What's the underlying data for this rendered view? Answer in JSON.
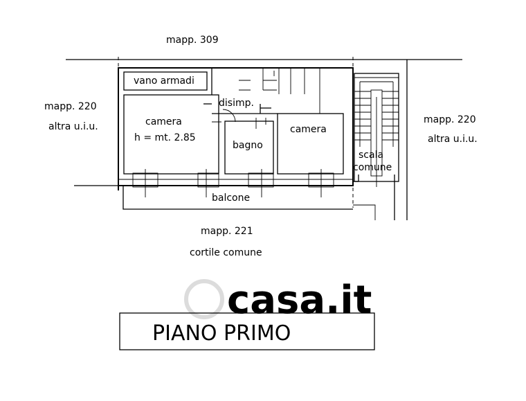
{
  "labels": {
    "mapp_309": "mapp. 309",
    "mapp_220_left": "mapp. 220",
    "altra_uiu_left": "altra u.i.u.",
    "mapp_220_right": "mapp. 220",
    "altra_uiu_right": "altra u.i.u.",
    "vano_armadi": "vano armadi",
    "disimp": "disimp.",
    "camera_left": "camera",
    "height": "h = mt. 2.85",
    "bagno": "bagno",
    "camera_right": "camera",
    "scala": "scala",
    "comune": "comune",
    "balcone": "balcone",
    "mapp_221": "mapp. 221",
    "cortile_comune": "cortile comune"
  },
  "title": "PIANO PRIMO",
  "watermark": "casa.it",
  "colors": {
    "ink": "#000000",
    "watermark": "#d9d9d9",
    "background": "#ffffff"
  }
}
